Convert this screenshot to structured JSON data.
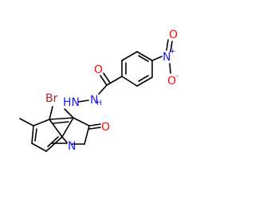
{
  "molecule": {
    "atom_labels": {
      "bromine": "Br",
      "hydrazide_nh_1": "HN",
      "hydrazide_nh_2": "N",
      "hydrazide_h": "H",
      "ring_nitrogen": "N",
      "carbonyl_oxygen_amide": "O",
      "carbonyl_oxygen_lactam": "O",
      "nitro_nitrogen": "N",
      "nitro_oxygen_1": "O",
      "nitro_oxygen_2": "O",
      "nitro_plus": "+",
      "nitro_minus": "-"
    },
    "colors": {
      "carbon_bond": "#000000",
      "nitrogen": "#1a1aff",
      "oxygen": "#ff0d0d",
      "bromine": "#a52a2a"
    }
  }
}
